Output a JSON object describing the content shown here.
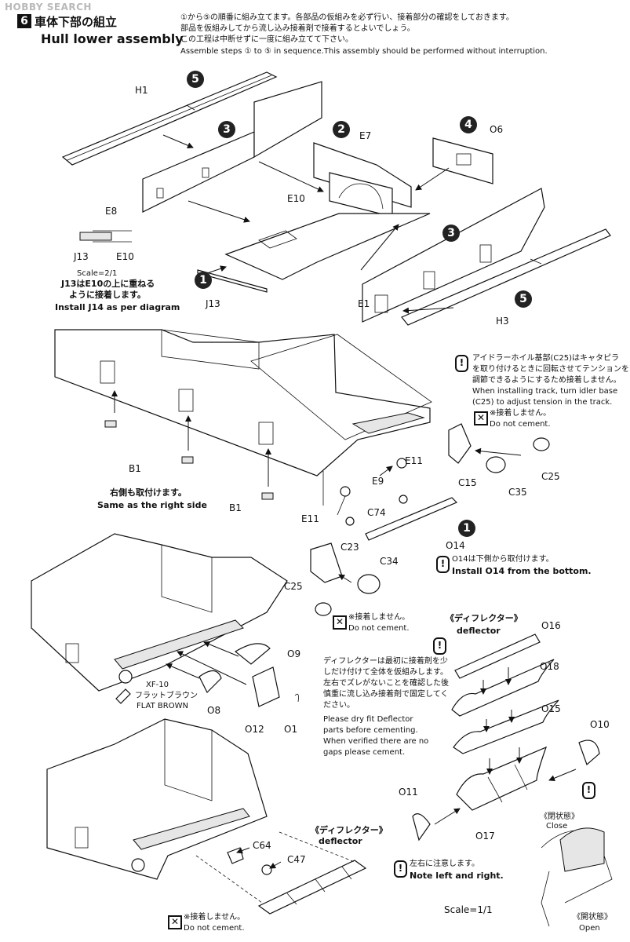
{
  "watermark": "HOBBY SEARCH",
  "step": {
    "number": "6",
    "title_ja": "車体下部の組立",
    "title_en": "Hull lower assembly"
  },
  "intro_notes": {
    "ja_1": "①から⑤の順番に組み立てます。各部品の仮組みを必ず行い、接着部分の確認をしておきます。",
    "ja_2": "部品を仮組みしてから流し込み接着剤で接着するとよいでしょう。",
    "ja_3": "この工程は中断せずに一度に組み立てて下さい。",
    "en": "Assemble steps ① to ⑤ in sequence.This assembly should be performed without interruption."
  },
  "sequence_numbers": [
    "1",
    "2",
    "3",
    "3",
    "4",
    "5",
    "5",
    "1"
  ],
  "top_parts": [
    "H1",
    "E8",
    "E7",
    "O6",
    "E10",
    "J13",
    "E1",
    "H3"
  ],
  "inset": {
    "scale": "Scale=2/1",
    "parts": [
      "J13",
      "E10"
    ],
    "note_ja_1": "J13はE10の上に重ねる",
    "note_ja_2": "ように接着します。",
    "note_en": "Install J14 as per diagram"
  },
  "middle": {
    "parts": [
      "B1",
      "B1",
      "E11",
      "E9",
      "E11",
      "C74",
      "C15",
      "C35",
      "C25",
      "O14"
    ],
    "same_side_ja": "右側も取付けます。",
    "same_side_en": "Same as the right side",
    "idler_note_ja_1": "アイドラーホイル基部(C25)はキャタピラ",
    "idler_note_ja_2": "を取り付けるときに回転させてテンションを",
    "idler_note_ja_3": "調節できるようにするため接着しません。",
    "idler_note_en_1": "When installing track, turn idler base",
    "idler_note_en_2": "(C25) to adjust tension in the track.",
    "nocement_ja": "※接着しません。",
    "nocement_en": "Do not cement.",
    "o14_note_ja": "O14は下側から取付けます。",
    "o14_note_en": "Install O14 from the bottom."
  },
  "lower_left": {
    "parts": [
      "C23",
      "C34",
      "C25",
      "O9",
      "O8",
      "O12",
      "O1"
    ],
    "nocement_ja": "※接着しません。",
    "nocement_en": "Do not cement.",
    "paint_code": "XF-10",
    "paint_ja": "フラットブラウン",
    "paint_en": "FLAT BROWN"
  },
  "deflector": {
    "title_ja": "《ディフレクター》",
    "title_en": "deflector",
    "parts": [
      "O16",
      "O18",
      "O15",
      "O10",
      "O11",
      "O17"
    ],
    "note_ja_1": "ディフレクターは最初に接着剤を少",
    "note_ja_2": "しだけ付けて全体を仮組みします。",
    "note_ja_3": "左右でズレがないことを確認した後",
    "note_ja_4": "慎重に流し込み接着剤で固定してく",
    "note_ja_5": "ださい。",
    "note_en_1": "Please dry fit Deflector",
    "note_en_2": "parts before cementing.",
    "note_en_3": "When verified there are no",
    "note_en_4": "gaps please cement.",
    "lr_note_ja": "左右に注意します。",
    "lr_note_en": "Note left and right.",
    "close_ja": "《閉状態》",
    "close_en": "Close",
    "open_ja": "《開状態》",
    "open_en": "Open",
    "scale": "Scale=1/1"
  },
  "bottom": {
    "deflector_title_ja": "《ディフレクター》",
    "deflector_title_en": "deflector",
    "parts": [
      "C64",
      "C47"
    ],
    "nocement_ja": "※接着しません。",
    "nocement_en": "Do not cement."
  },
  "icons": [
    "warning-icon",
    "no-cement-icon",
    "circled-number-icon"
  ]
}
